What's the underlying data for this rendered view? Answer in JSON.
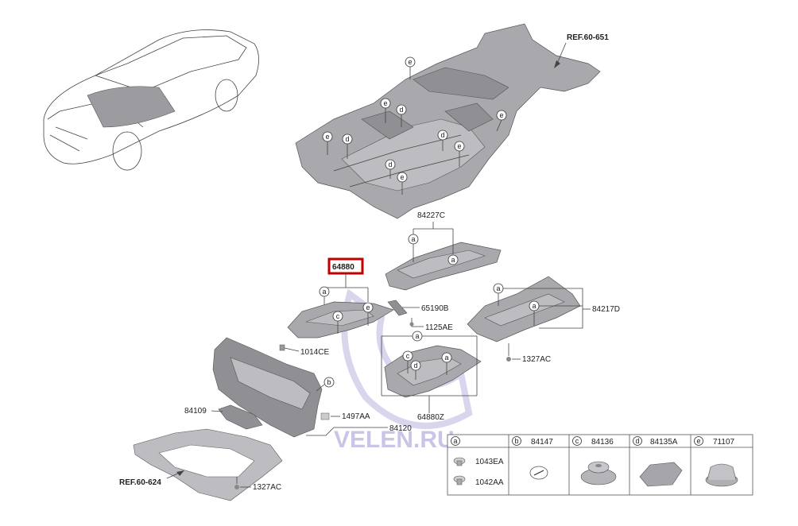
{
  "refs": {
    "top": "REF.60-651",
    "bottom": "REF.60-624"
  },
  "highlight_part": "64880",
  "parts": {
    "p84227C": "84227C",
    "p65190B": "65190B",
    "p1125AE": "1125AE",
    "p84217D": "84217D",
    "p1014CE": "1014CE",
    "p1327AC_right": "1327AC",
    "p1497AA": "1497AA",
    "p84109": "84109",
    "p84120": "84120",
    "p64880Z": "64880Z",
    "p1327AC_bottom": "1327AC"
  },
  "callout_letters": {
    "a": "a",
    "b": "b",
    "c": "c",
    "d": "d",
    "e": "e"
  },
  "watermark": "VELEN.RU",
  "legend": {
    "cells": [
      {
        "letter": "a",
        "parts": [
          "1043EA",
          "1042AA"
        ]
      },
      {
        "letter": "b",
        "part": "84147"
      },
      {
        "letter": "c",
        "part": "84136"
      },
      {
        "letter": "d",
        "part": "84135A"
      },
      {
        "letter": "e",
        "part": "71107"
      }
    ]
  },
  "colors": {
    "highlight": "#c00000",
    "part_fill": "#a9a9ad",
    "watermark": "#c9c5e6"
  }
}
